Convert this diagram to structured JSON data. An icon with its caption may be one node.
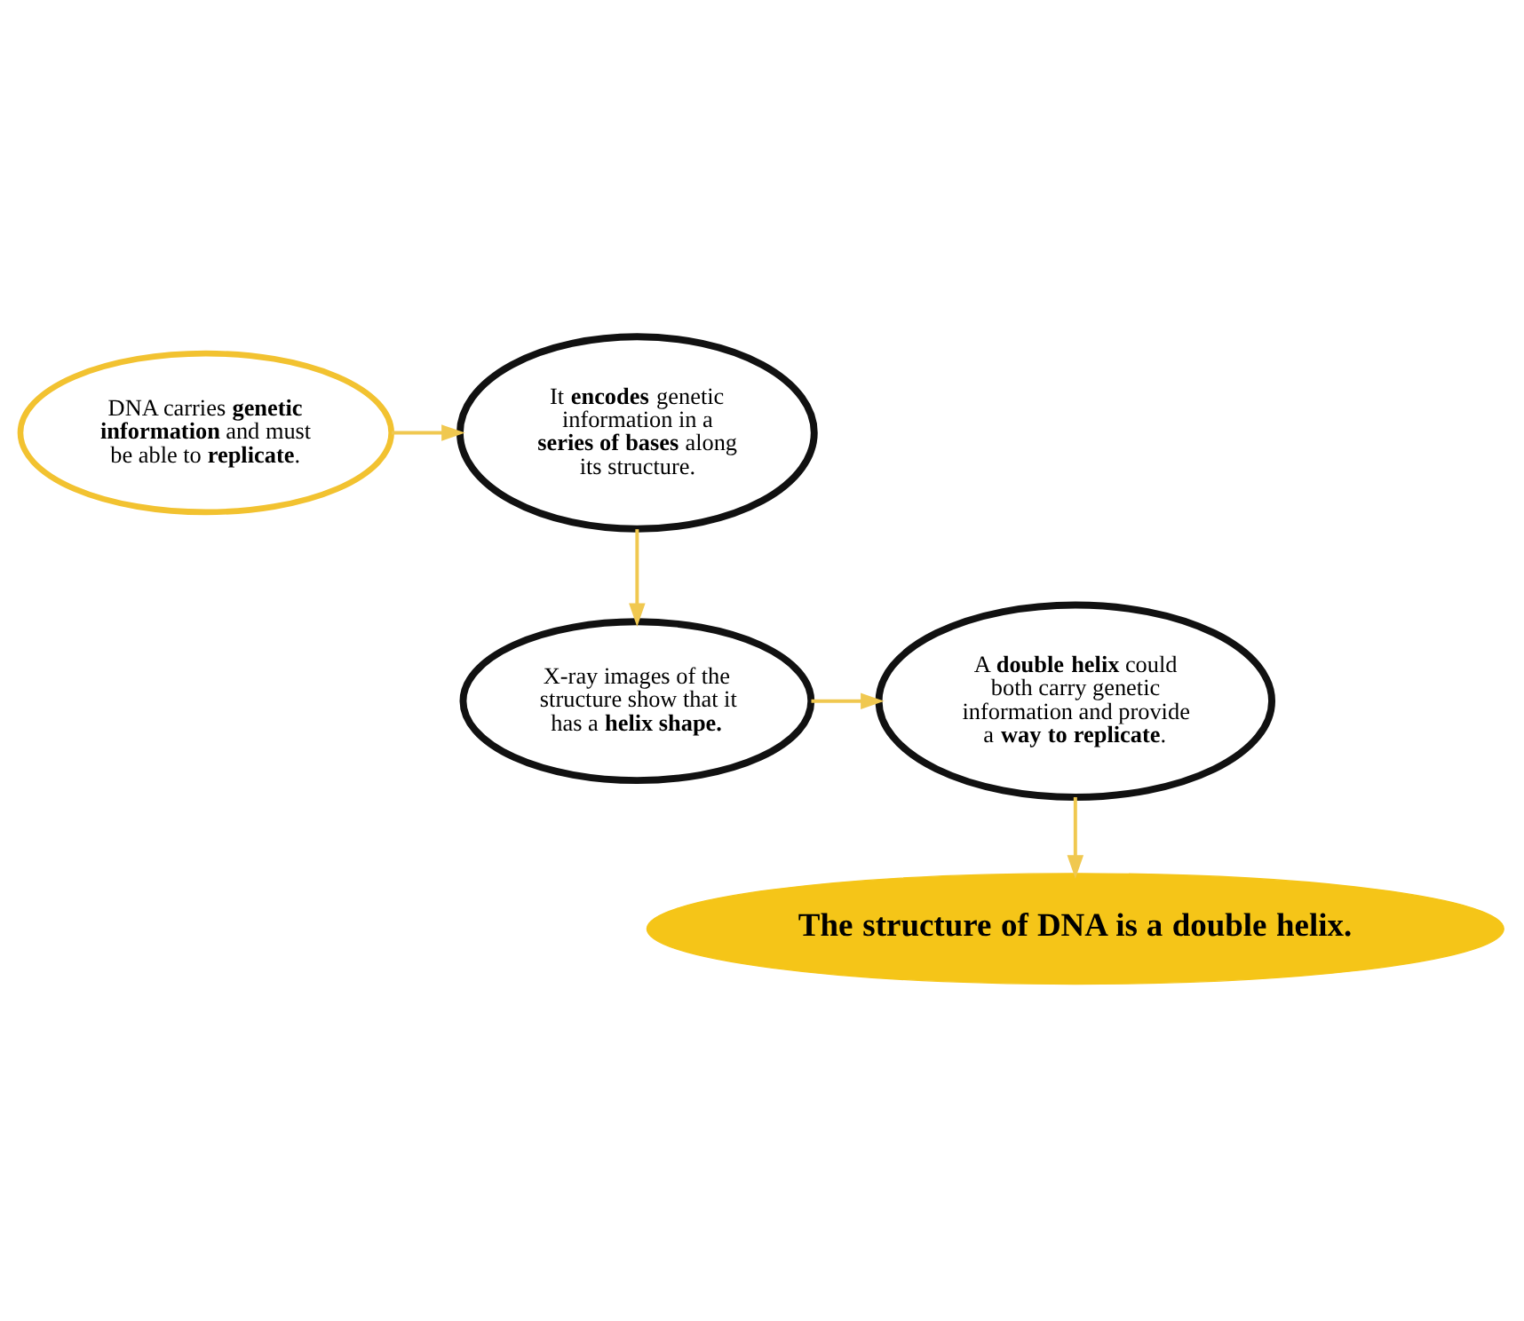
{
  "diagram": {
    "nodes": [
      {
        "text": [
          "DNA carries **genetic information** and must be able to **replicate**."
        ]
      },
      {
        "text": [
          "It **encodes** genetic information in a **series of bases** along its structure."
        ]
      },
      {
        "text": [
          "X-ray images of the structure show that it has a **helix shape.**"
        ]
      },
      {
        "text": [
          "A **double helix** could both carry genetic information and provide a **way to replicate**."
        ]
      },
      {
        "text": [
          "**The structure of DNA is a double helix.**"
        ]
      }
    ],
    "edges": [
      {
        "from": 0,
        "to": 1,
        "arrow": "to"
      },
      {
        "from": 1,
        "to": 2,
        "arrow": "to"
      },
      {
        "from": 2,
        "to": 3,
        "arrow": "to"
      },
      {
        "from": 3,
        "to": 4,
        "arrow": "to"
      }
    ]
  }
}
